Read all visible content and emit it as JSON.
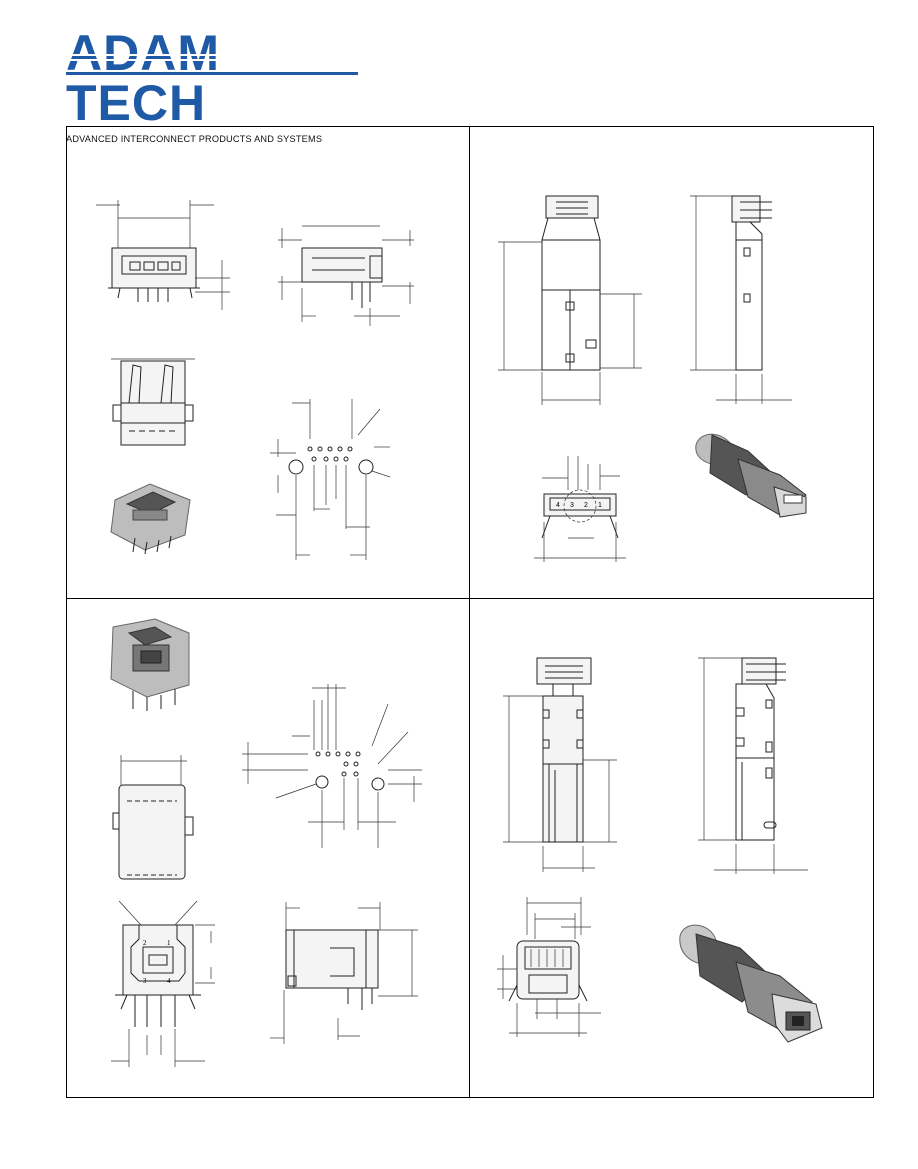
{
  "header": {
    "brand": "ADAM TECH",
    "tagline": "ADVANCED INTERCONNECT PRODUCTS AND SYSTEMS",
    "brand_color": "#1f5aa6"
  },
  "panels": [
    {
      "id": "usb-a-receptacle",
      "icon": "usb-a-receptacle-drawing"
    },
    {
      "id": "usb-a-plug",
      "icon": "usb-a-plug-drawing"
    },
    {
      "id": "usb-b-receptacle",
      "icon": "usb-b-receptacle-drawing"
    },
    {
      "id": "usb-b-plug",
      "icon": "usb-b-plug-drawing"
    }
  ],
  "pin_labels": {
    "a_plug": [
      "4",
      "3",
      "2",
      "1"
    ],
    "b_receptacle_top": [
      "2",
      "1"
    ],
    "b_receptacle_bottom": [
      "3",
      "4"
    ]
  }
}
